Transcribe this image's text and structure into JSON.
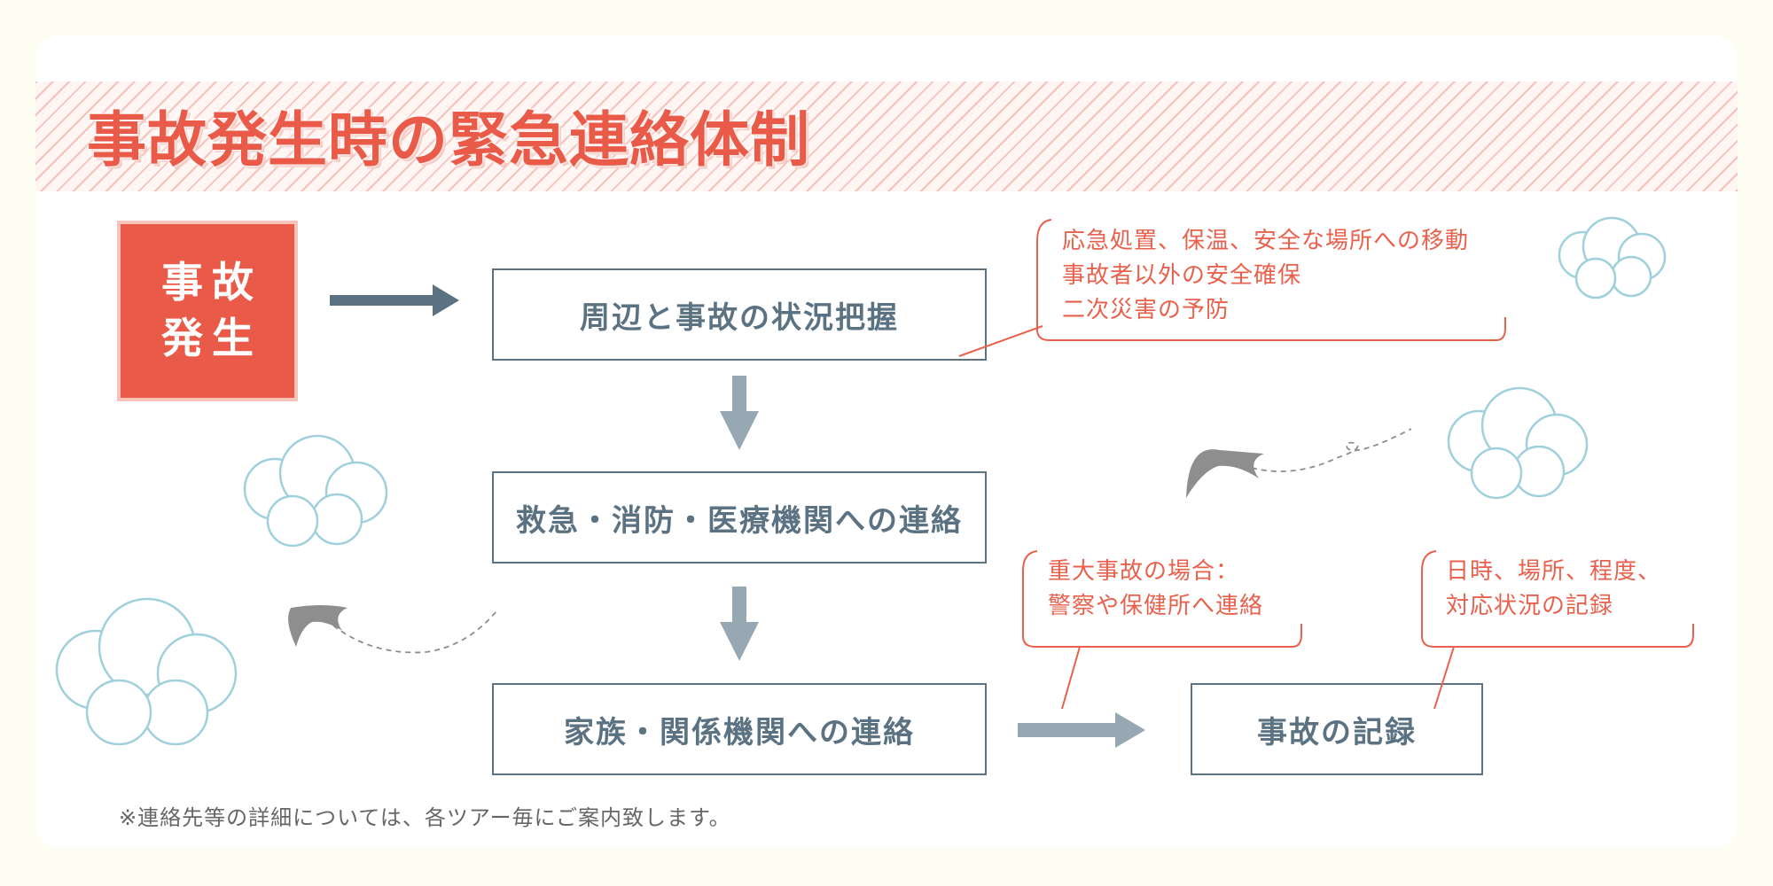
{
  "title": "事故発生時の緊急連絡体制",
  "origin": {
    "line1": "事故",
    "line2": "発生"
  },
  "steps": {
    "situation": "周辺と事故の状況把握",
    "emergency": "救急・消防・医療機関への連絡",
    "family": "家族・関係機関への連絡",
    "record": "事故の記録"
  },
  "notes": {
    "situation": [
      "応急処置、保温、安全な場所への移動",
      "事故者以外の安全確保",
      "二次災害の予防"
    ],
    "serious": [
      "重大事故の場合：",
      "警察や保健所へ連絡"
    ],
    "record": [
      "日時、場所、程度、",
      "対応状況の記録"
    ]
  },
  "footnote": "※連絡先等の詳細については、各ツアー毎にご案内致します。",
  "colors": {
    "accent": "#e95a48",
    "box_text": "#5b7282",
    "arrow_dark": "#5b7282",
    "arrow_light": "#98a8b2",
    "cloud": "#9fd0dc",
    "note": "#e8614d"
  }
}
